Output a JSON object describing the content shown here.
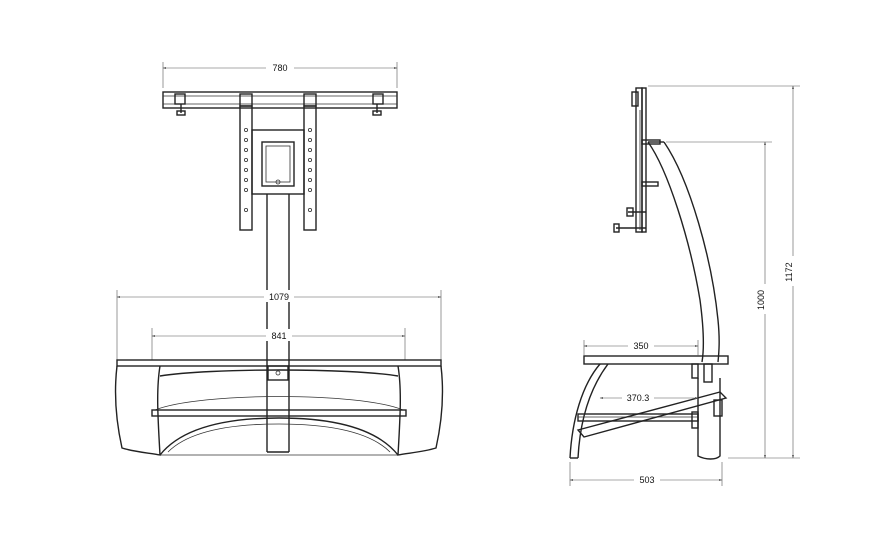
{
  "front_view": {
    "dim_width_top": "780",
    "dim_width_overall": "1079",
    "dim_width_shelf": "841"
  },
  "side_view": {
    "dim_shelf_depth": "350",
    "dim_lower_shelf": "370.3",
    "dim_base_depth": "503",
    "dim_height_shelf": "1000",
    "dim_height_overall": "1172"
  }
}
